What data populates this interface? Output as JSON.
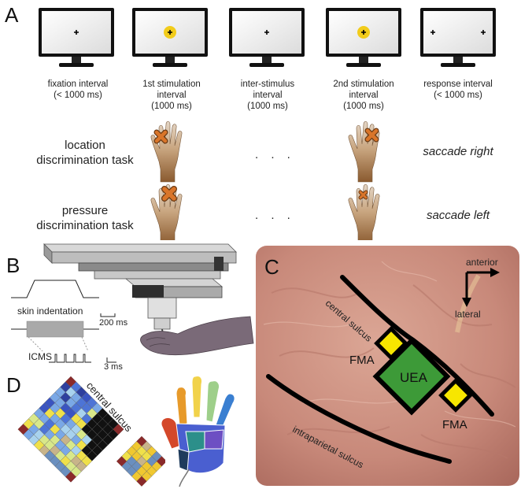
{
  "panels": {
    "a": "A",
    "b": "B",
    "c": "C",
    "d": "D"
  },
  "panel_a": {
    "intervals": [
      {
        "label": "fixation interval\n(< 1000 ms)",
        "screen": "cross"
      },
      {
        "label": "1st stimulation\ninterval\n(1000 ms)",
        "screen": "stim"
      },
      {
        "label": "inter-stimulus\ninterval\n(1000 ms)",
        "screen": "cross"
      },
      {
        "label": "2nd stimulation\ninterval\n(1000 ms)",
        "screen": "stim"
      },
      {
        "label": "response interval\n(< 1000 ms)",
        "screen": "two-crosses"
      }
    ],
    "tasks": [
      {
        "name": "location\ndiscrimination task",
        "ellipsis": ". . .",
        "response": "saccade right"
      },
      {
        "name": "pressure\ndiscrimination task",
        "ellipsis": ". . .",
        "response": "saccade left"
      }
    ],
    "colors": {
      "stim_yellow": "#f2cc1b",
      "marker_orange": "#d9752a",
      "hand_brown": "#9a6a3c"
    }
  },
  "panel_b": {
    "skin_label": "skin indentation",
    "scale_skin": "200 ms",
    "icms_label": "ICMS",
    "scale_icms": "3 ms"
  },
  "panel_c": {
    "central": "central sulcus",
    "intraparietal": "intraparietal sulcus",
    "uea": "UEA",
    "fma_left": "FMA",
    "fma_right": "FMA",
    "anterior": "anterior",
    "lateral": "lateral",
    "colors": {
      "uea": "#3a9a3a",
      "fma": "#f5e000",
      "cortex": "#c98f7f"
    }
  },
  "panel_d": {
    "central": "central sulcus"
  }
}
